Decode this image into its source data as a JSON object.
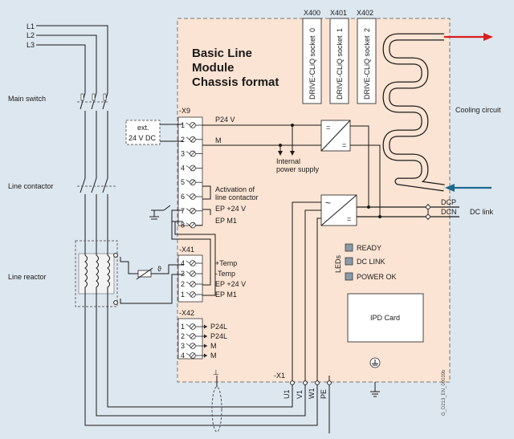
{
  "mains": {
    "l1": "L1",
    "l2": "L2",
    "l3": "L3"
  },
  "left_labels": {
    "main_switch": "Main switch",
    "line_contactor": "Line contactor",
    "line_reactor": "Line reactor"
  },
  "module": {
    "title_line1": "Basic Line",
    "title_line2": "Module",
    "title_line3": "Chassis format"
  },
  "sockets": [
    {
      "header": "X400",
      "text": "DRIVE-CLiQ socket",
      "num": "0"
    },
    {
      "header": "X401",
      "text": "DRIVE-CLiQ socket",
      "num": "1"
    },
    {
      "header": "X402",
      "text": "DRIVE-CLiQ socket",
      "num": "2"
    }
  ],
  "cooling": {
    "label": "Cooling circuit"
  },
  "x9": {
    "header": "-X9",
    "pins": [
      "1",
      "2",
      "3",
      "4",
      "5",
      "6",
      "7",
      "8"
    ],
    "p24v": "P24 V",
    "m": "M",
    "internal_supply_1": "Internal",
    "internal_supply_2": "power supply",
    "activation_1": "Activation of",
    "activation_2": "line contactor",
    "ep24": "EP +24 V",
    "epm1": "EP M1"
  },
  "ext_supply": {
    "line1": "ext.",
    "line2": "24 V DC"
  },
  "converter": {
    "ac": "~",
    "dc": "=",
    "dc_in": "=",
    "dc_out": "="
  },
  "dc_link": {
    "dcp": "DCP",
    "dcn": "DCN",
    "label": "DC link"
  },
  "x41": {
    "header": "-X41",
    "pins": [
      "4",
      "3",
      "2",
      "1"
    ],
    "temp_plus": "+Temp",
    "temp_minus": "-Temp",
    "ep24": "EP +24 V",
    "epm1": "EP M1",
    "theta": "ϑ"
  },
  "leds": {
    "title": "LEDs",
    "items": [
      "READY",
      "DC LINK",
      "POWER OK"
    ]
  },
  "ipd": {
    "label": "IPD Card"
  },
  "x42": {
    "header": "-X42",
    "pins": [
      "1",
      "2",
      "3",
      "4"
    ],
    "labels": [
      "P24L",
      "P24L",
      "M",
      "M"
    ]
  },
  "x1": {
    "header": "-X1",
    "u1": "U1",
    "v1": "V1",
    "w1": "W1",
    "pe": "PE"
  },
  "ground_symbol": "⊥",
  "doc_code": "G_D213_EN_00039b"
}
